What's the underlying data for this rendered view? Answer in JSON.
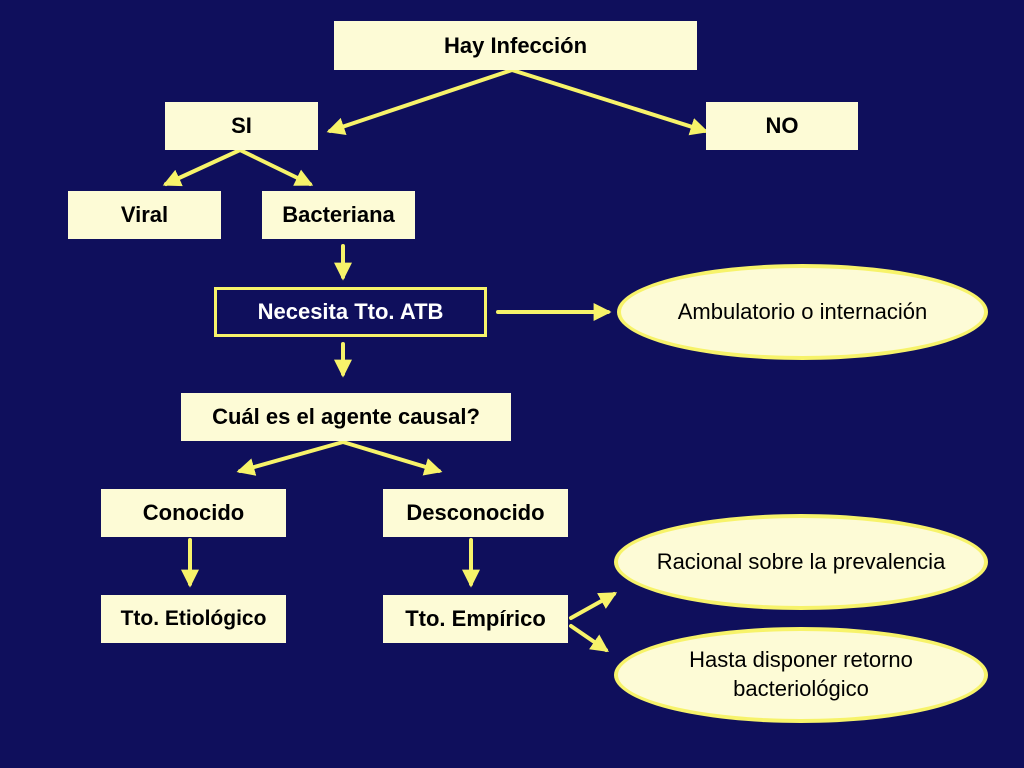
{
  "colors": {
    "background": "#0f0f5c",
    "box_fill": "#fdfbd6",
    "arrow": "#f7f36a",
    "text": "#000000"
  },
  "nodes": {
    "hay_infeccion": "Hay Infección",
    "si": "SI",
    "no": "NO",
    "viral": "Viral",
    "bacteriana": "Bacteriana",
    "necesita_tto_atb": "Necesita Tto. ATB",
    "ambulatorio": "Ambulatorio o internación",
    "agente_causal": "Cuál es el agente causal?",
    "conocido": "Conocido",
    "desconocido": "Desconocido",
    "tto_etiologico": "Tto. Etiológico",
    "tto_empirico": "Tto. Empírico",
    "racional": "Racional sobre la prevalencia",
    "hasta_disponer_line1": "Hasta disponer retorno",
    "hasta_disponer_line2": "bacteriológico"
  }
}
